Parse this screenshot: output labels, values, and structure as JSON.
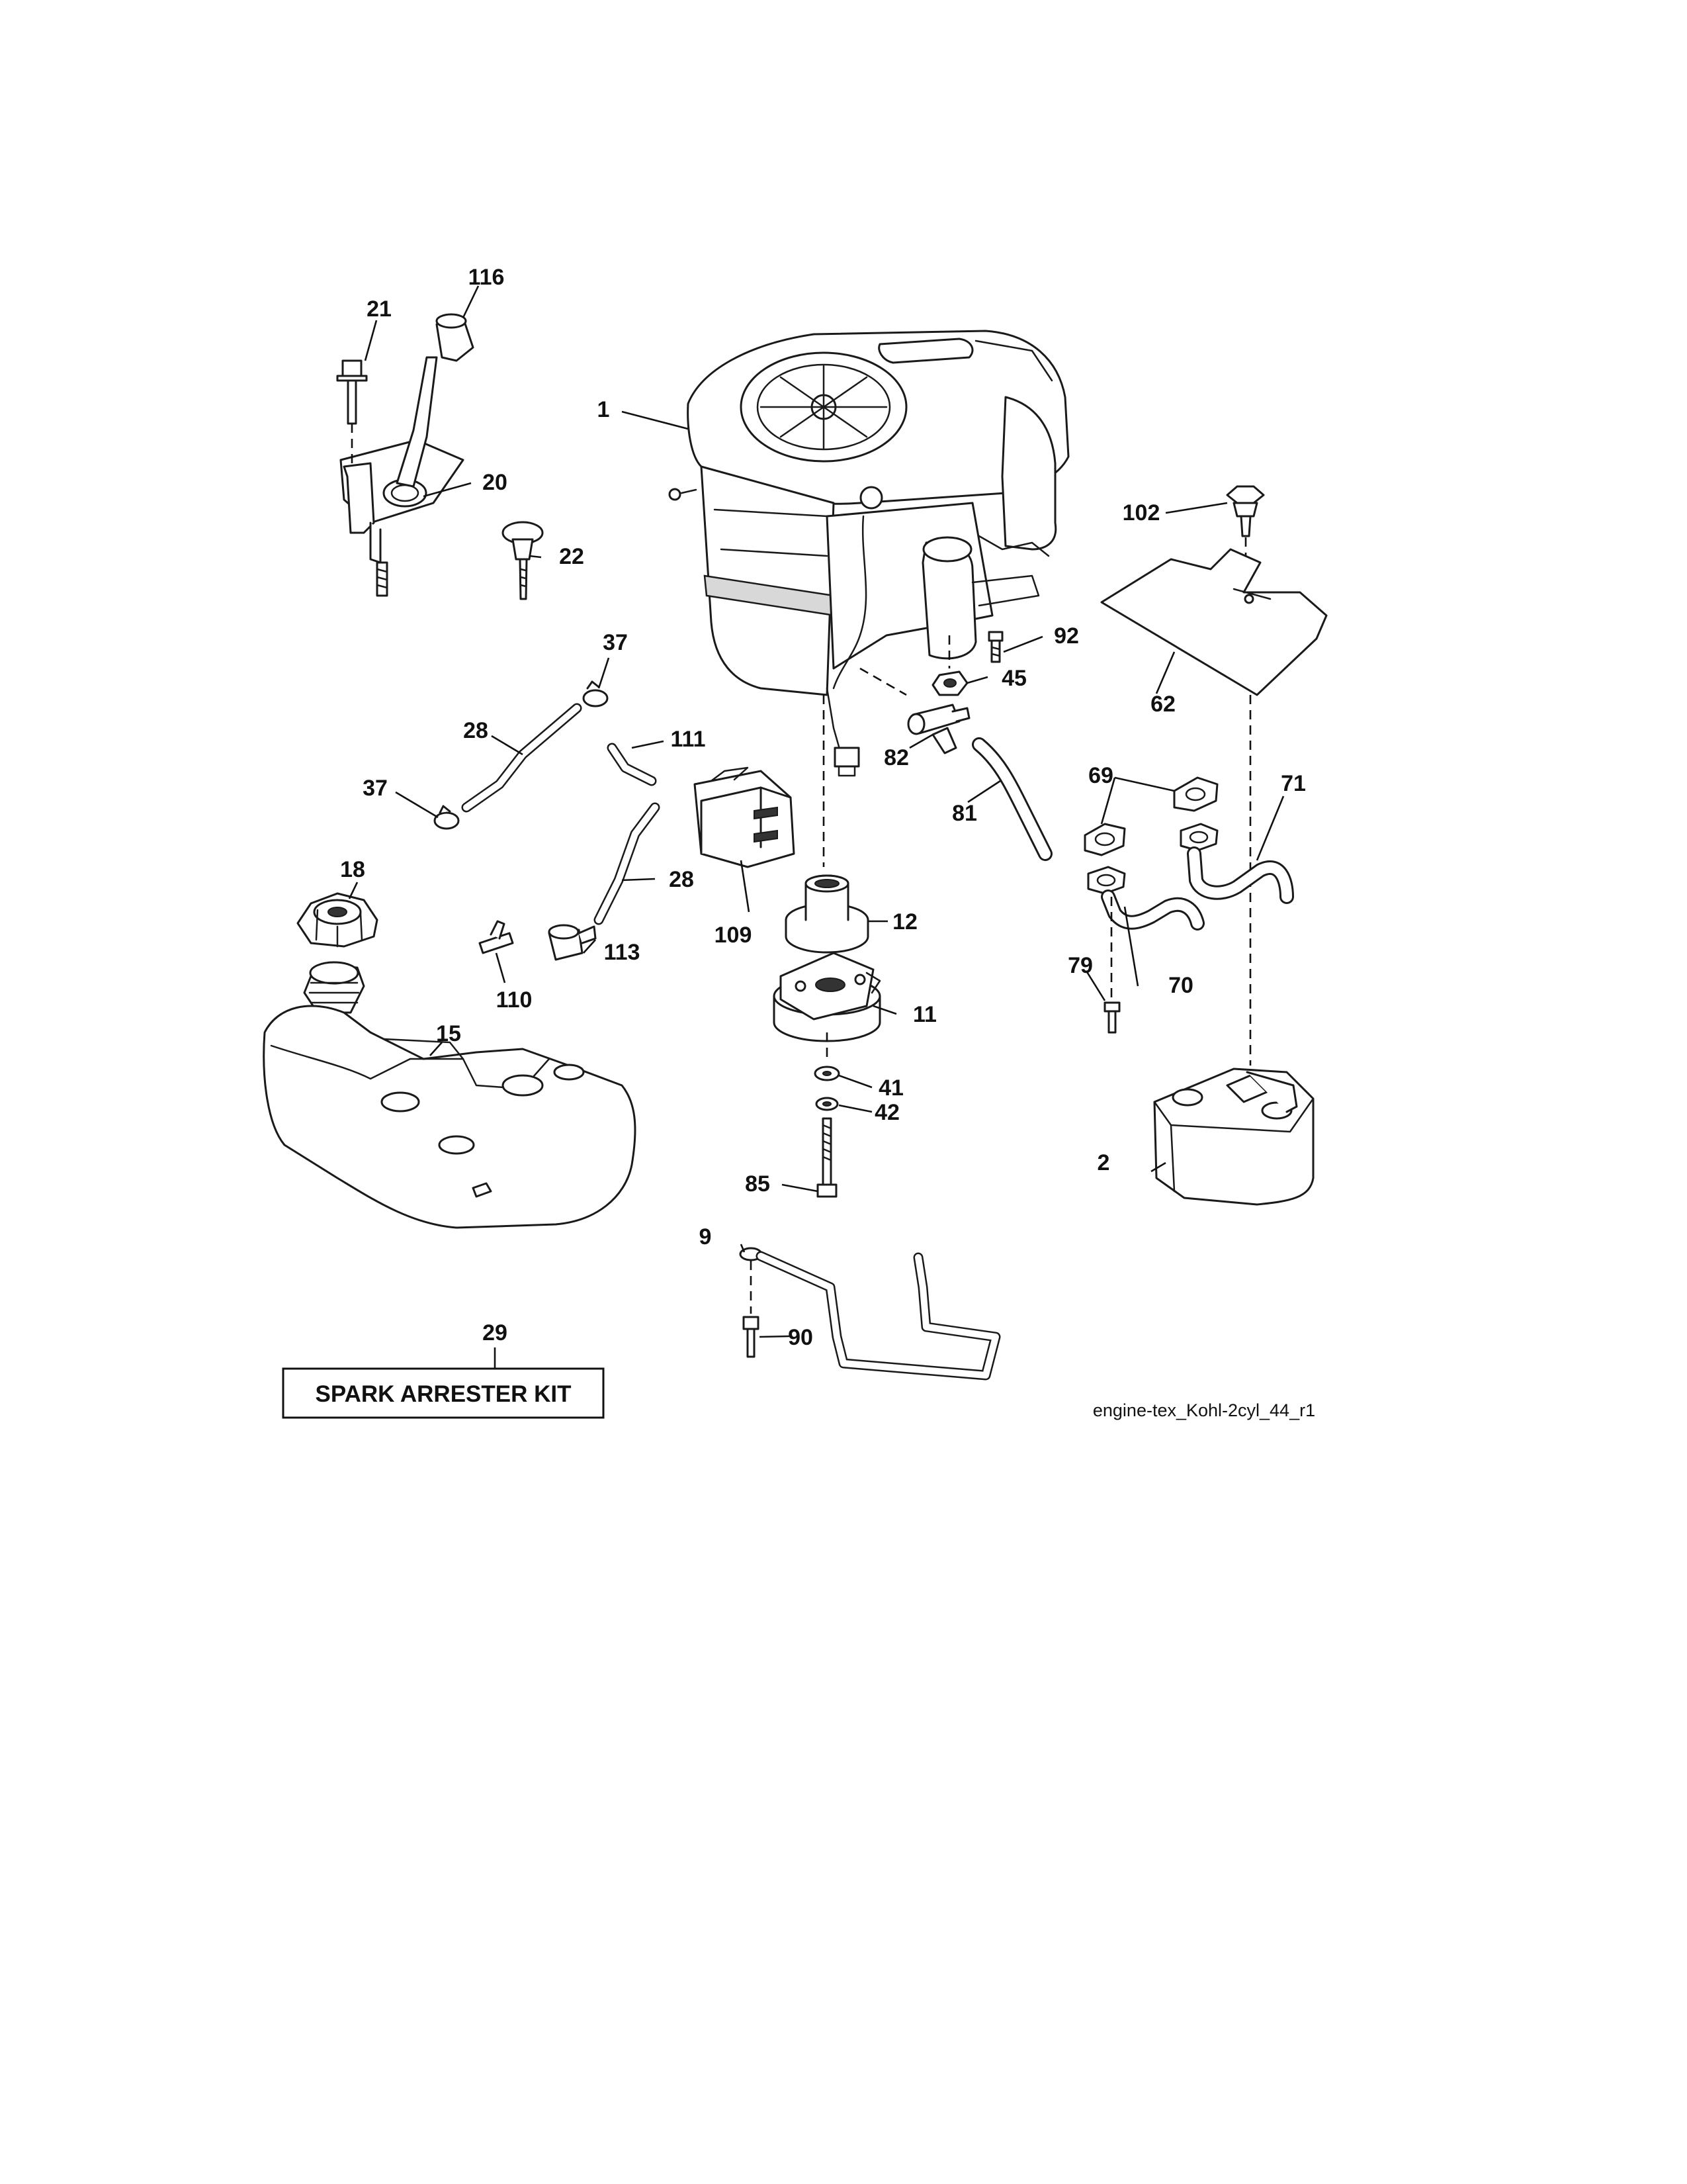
{
  "callouts": [
    {
      "key": "c1",
      "label": "1"
    },
    {
      "key": "c2",
      "label": "2"
    },
    {
      "key": "c9",
      "label": "9"
    },
    {
      "key": "c11",
      "label": "11"
    },
    {
      "key": "c12",
      "label": "12"
    },
    {
      "key": "c15",
      "label": "15"
    },
    {
      "key": "c18",
      "label": "18"
    },
    {
      "key": "c20",
      "label": "20"
    },
    {
      "key": "c21",
      "label": "21"
    },
    {
      "key": "c22",
      "label": "22"
    },
    {
      "key": "c28a",
      "label": "28"
    },
    {
      "key": "c28b",
      "label": "28"
    },
    {
      "key": "c29",
      "label": "29"
    },
    {
      "key": "c37a",
      "label": "37"
    },
    {
      "key": "c37b",
      "label": "37"
    },
    {
      "key": "c41",
      "label": "41"
    },
    {
      "key": "c42",
      "label": "42"
    },
    {
      "key": "c45",
      "label": "45"
    },
    {
      "key": "c62",
      "label": "62"
    },
    {
      "key": "c69",
      "label": "69"
    },
    {
      "key": "c70",
      "label": "70"
    },
    {
      "key": "c71",
      "label": "71"
    },
    {
      "key": "c79",
      "label": "79"
    },
    {
      "key": "c81",
      "label": "81"
    },
    {
      "key": "c82",
      "label": "82"
    },
    {
      "key": "c85",
      "label": "85"
    },
    {
      "key": "c90",
      "label": "90"
    },
    {
      "key": "c92",
      "label": "92"
    },
    {
      "key": "c102",
      "label": "102"
    },
    {
      "key": "c109",
      "label": "109"
    },
    {
      "key": "c110",
      "label": "110"
    },
    {
      "key": "c111",
      "label": "111"
    },
    {
      "key": "c113",
      "label": "113"
    },
    {
      "key": "c116",
      "label": "116"
    }
  ],
  "kit_label": "SPARK ARRESTER KIT",
  "diagram_caption": "engine-tex_Kohl-2cyl_44_r1"
}
